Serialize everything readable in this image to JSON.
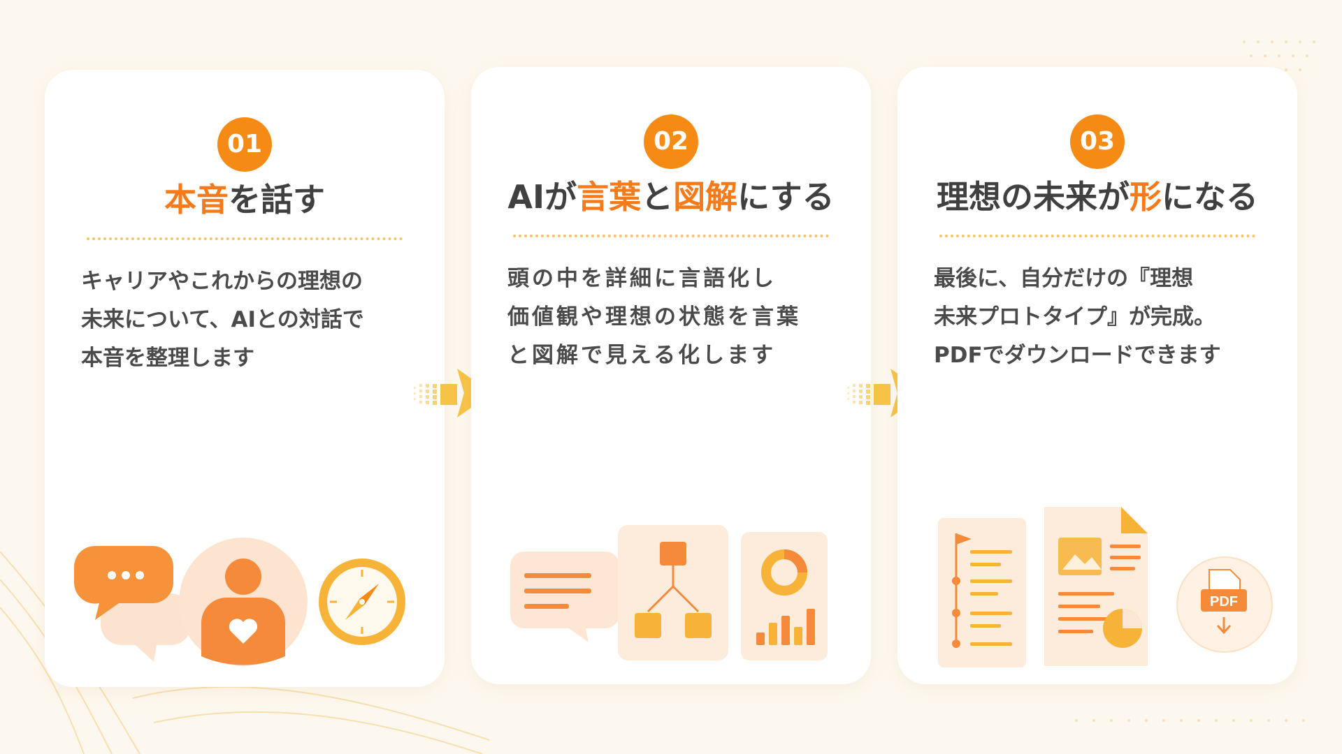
{
  "colors": {
    "accent": "#f58a14",
    "highlight": "#f57a1a",
    "text": "#404040",
    "background": "#fdf8ef"
  },
  "steps": [
    {
      "number": "01",
      "title_segments": [
        {
          "text": "本音",
          "highlight": true
        },
        {
          "text": "を話す",
          "highlight": false
        }
      ],
      "description": [
        "キャリアやこれからの理想の",
        "未来について、AIとの対話で",
        "本音を整理します"
      ],
      "icons": [
        "speech-bubble-icon",
        "person-heart-icon",
        "compass-icon"
      ]
    },
    {
      "number": "02",
      "title_segments": [
        {
          "text": "AIが",
          "highlight": false
        },
        {
          "text": "言葉",
          "highlight": true
        },
        {
          "text": "と",
          "highlight": false
        },
        {
          "text": "図解",
          "highlight": true
        },
        {
          "text": "にする",
          "highlight": false
        }
      ],
      "description": [
        "頭の中を詳細に言語化し",
        "価値観や理想の状態を言葉",
        "と図解で見える化します"
      ],
      "icons": [
        "text-bubble-icon",
        "flowchart-icon",
        "donut-bar-chart-icon"
      ]
    },
    {
      "number": "03",
      "title_segments": [
        {
          "text": "理想の未来が",
          "highlight": false
        },
        {
          "text": "形",
          "highlight": true
        },
        {
          "text": "になる",
          "highlight": false
        }
      ],
      "description": [
        "最後に、自分だけの『理想",
        "未来プロトタイプ』が完成。",
        "PDFでダウンロードできます"
      ],
      "icons": [
        "roadmap-document-icon",
        "report-document-icon",
        "pdf-download-icon"
      ],
      "pdf_label": "PDF"
    }
  ]
}
